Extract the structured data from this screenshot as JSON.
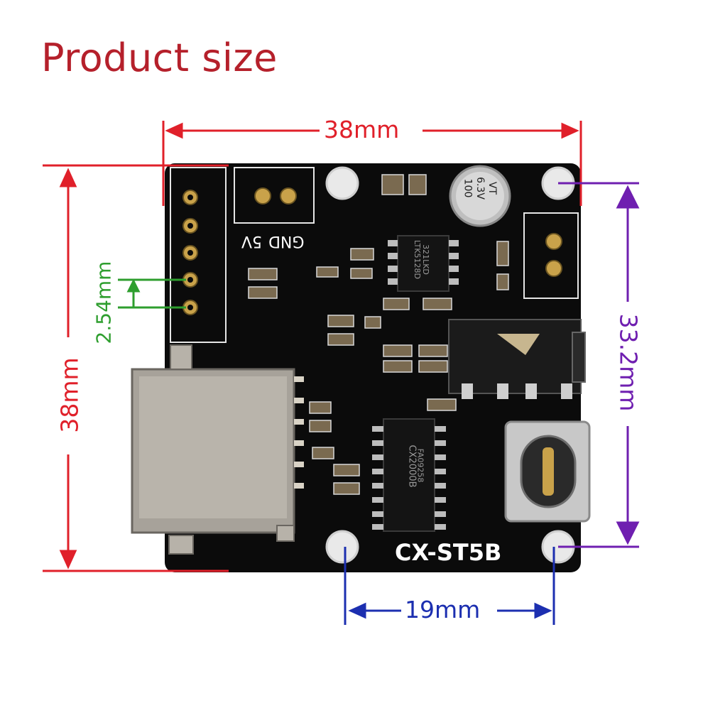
{
  "title": "Product size",
  "dimensions": {
    "width": "38mm",
    "height": "38mm",
    "pin_pitch": "2.54mm",
    "hole_spacing_vertical": "33.2mm",
    "hole_spacing_horizontal": "19mm"
  },
  "board": {
    "model": "CX-ST5B",
    "silk_5v": "5V",
    "silk_gnd": "GND",
    "cap_text": [
      "100",
      "6.3V",
      "VT"
    ],
    "chip_top": [
      "LTK5128D",
      "321LKD"
    ],
    "chip_bottom": [
      "CX2000B",
      "FA09258"
    ]
  },
  "colors": {
    "title": "#b5202b",
    "width_dim": "#e0202a",
    "pitch_dim": "#2e9e2e",
    "horizontal_hole_dim": "#1c2fb0",
    "vertical_hole_dim": "#6f1fb0",
    "board": "#0b0b0b"
  }
}
